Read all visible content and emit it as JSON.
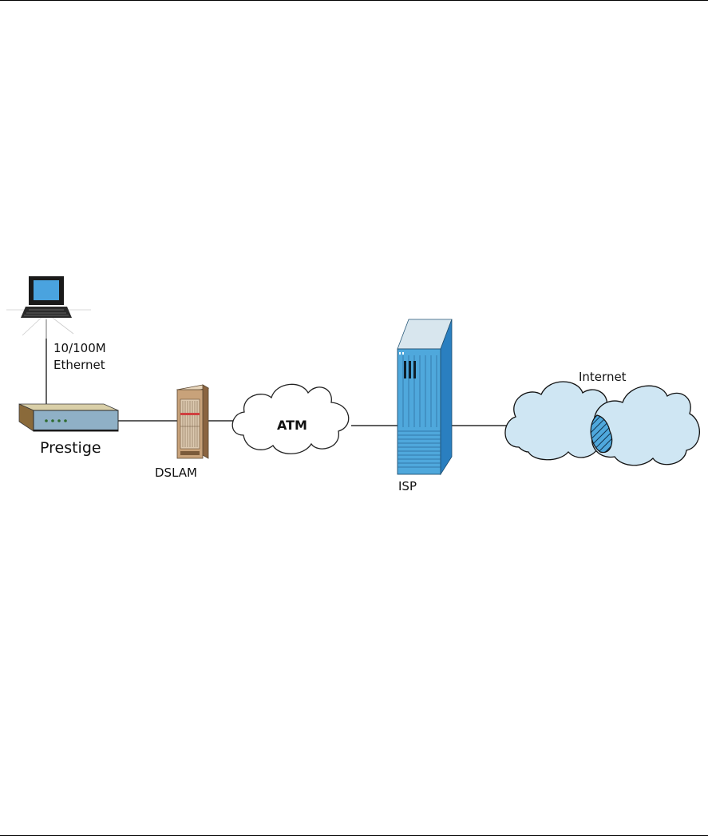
{
  "diagram": {
    "nodes": {
      "computer": {
        "icon": "laptop-computer-icon"
      },
      "prestige": {
        "label": "Prestige",
        "icon": "router-modem-icon"
      },
      "dslam": {
        "label": "DSLAM",
        "icon": "dslam-rack-icon"
      },
      "atm": {
        "label": "ATM",
        "icon": "cloud-icon"
      },
      "isp": {
        "label": "ISP",
        "icon": "server-tower-icon"
      },
      "internet": {
        "label": "Internet",
        "icon": "cloud-icon"
      }
    },
    "links": {
      "computer_prestige": {
        "label_line1": "10/100M",
        "label_line2": "Ethernet"
      }
    },
    "colors": {
      "cloud_fill": "#cfe6f3",
      "isp_blue": "#4fa8dc",
      "prestige_blue": "#8fb0c6",
      "dslam_tan": "#c8a27a",
      "screen_blue": "#4aa3df"
    }
  }
}
